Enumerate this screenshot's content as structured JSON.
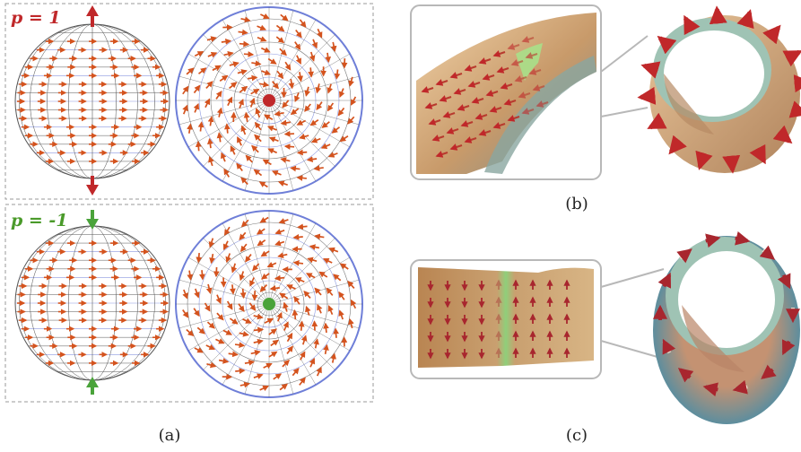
{
  "panel_a": {
    "top_label": "p = 1",
    "bottom_label": "p = -1",
    "caption": "(a)",
    "colors": {
      "top_label": "#c0282a",
      "bottom_label": "#4a9a2a",
      "arrow": "#d4531e",
      "pole_up": "#c0282a",
      "pole_down": "#4aa33a",
      "grid_dark": "#555555",
      "grid_blue": "#6f7fd8"
    }
  },
  "panel_b": {
    "caption": "(b)",
    "colors": {
      "ring": "#c8a27a",
      "arrow": "#c0282a",
      "rim": "#9fc3b4"
    }
  },
  "panel_c": {
    "caption": "(c)",
    "colors": {
      "ring_outer": "#6f9fae",
      "ring_inner": "#c49272",
      "arrow": "#a8262e",
      "rim": "#9fc3b4"
    }
  }
}
